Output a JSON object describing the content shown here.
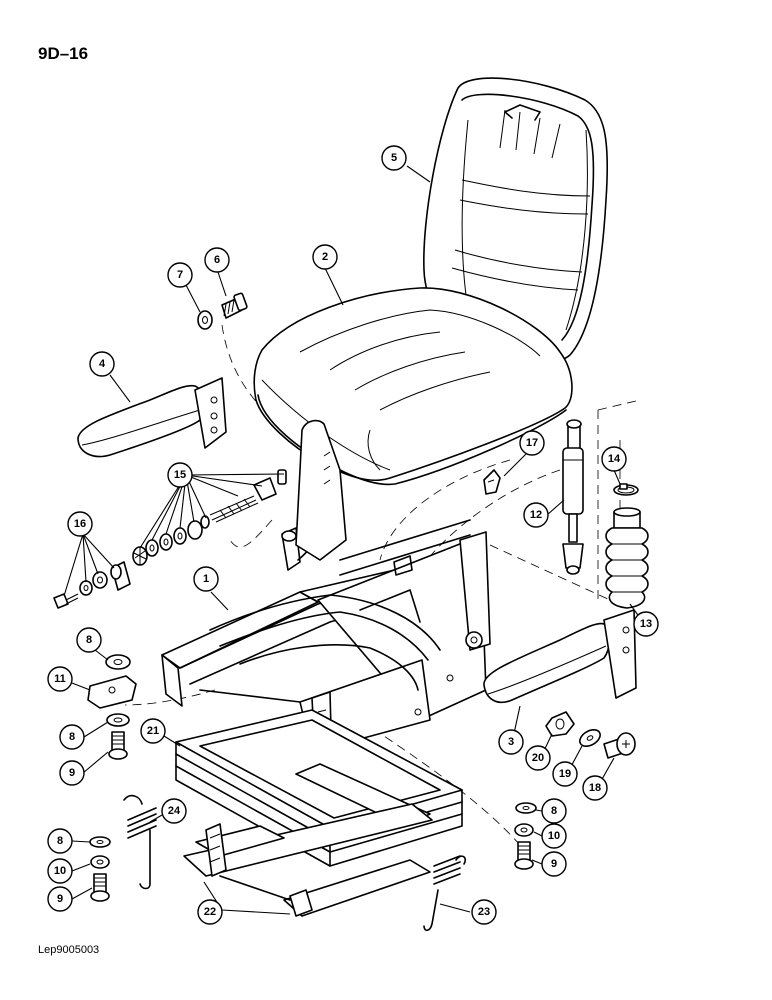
{
  "header": {
    "page_ref": "9D–16"
  },
  "footer": {
    "figure_code": "Lep9005003"
  },
  "callouts": [
    {
      "id": "c5",
      "label": "5"
    },
    {
      "id": "c2",
      "label": "2"
    },
    {
      "id": "c6",
      "label": "6"
    },
    {
      "id": "c7",
      "label": "7"
    },
    {
      "id": "c4",
      "label": "4"
    },
    {
      "id": "c17",
      "label": "17"
    },
    {
      "id": "c14",
      "label": "14"
    },
    {
      "id": "c15",
      "label": "15"
    },
    {
      "id": "c12",
      "label": "12"
    },
    {
      "id": "c16",
      "label": "16"
    },
    {
      "id": "c1",
      "label": "1"
    },
    {
      "id": "c13",
      "label": "13"
    },
    {
      "id": "c8a",
      "label": "8"
    },
    {
      "id": "c11",
      "label": "11"
    },
    {
      "id": "c8b",
      "label": "8"
    },
    {
      "id": "c9a",
      "label": "9"
    },
    {
      "id": "c21",
      "label": "21"
    },
    {
      "id": "c3",
      "label": "3"
    },
    {
      "id": "c20",
      "label": "20"
    },
    {
      "id": "c19",
      "label": "19"
    },
    {
      "id": "c18",
      "label": "18"
    },
    {
      "id": "c24",
      "label": "24"
    },
    {
      "id": "c8c",
      "label": "8"
    },
    {
      "id": "c10a",
      "label": "10"
    },
    {
      "id": "c8d",
      "label": "8"
    },
    {
      "id": "c10b",
      "label": "10"
    },
    {
      "id": "c9b",
      "label": "9"
    },
    {
      "id": "c9c",
      "label": "9"
    },
    {
      "id": "c22",
      "label": "22"
    },
    {
      "id": "c23",
      "label": "23"
    }
  ]
}
